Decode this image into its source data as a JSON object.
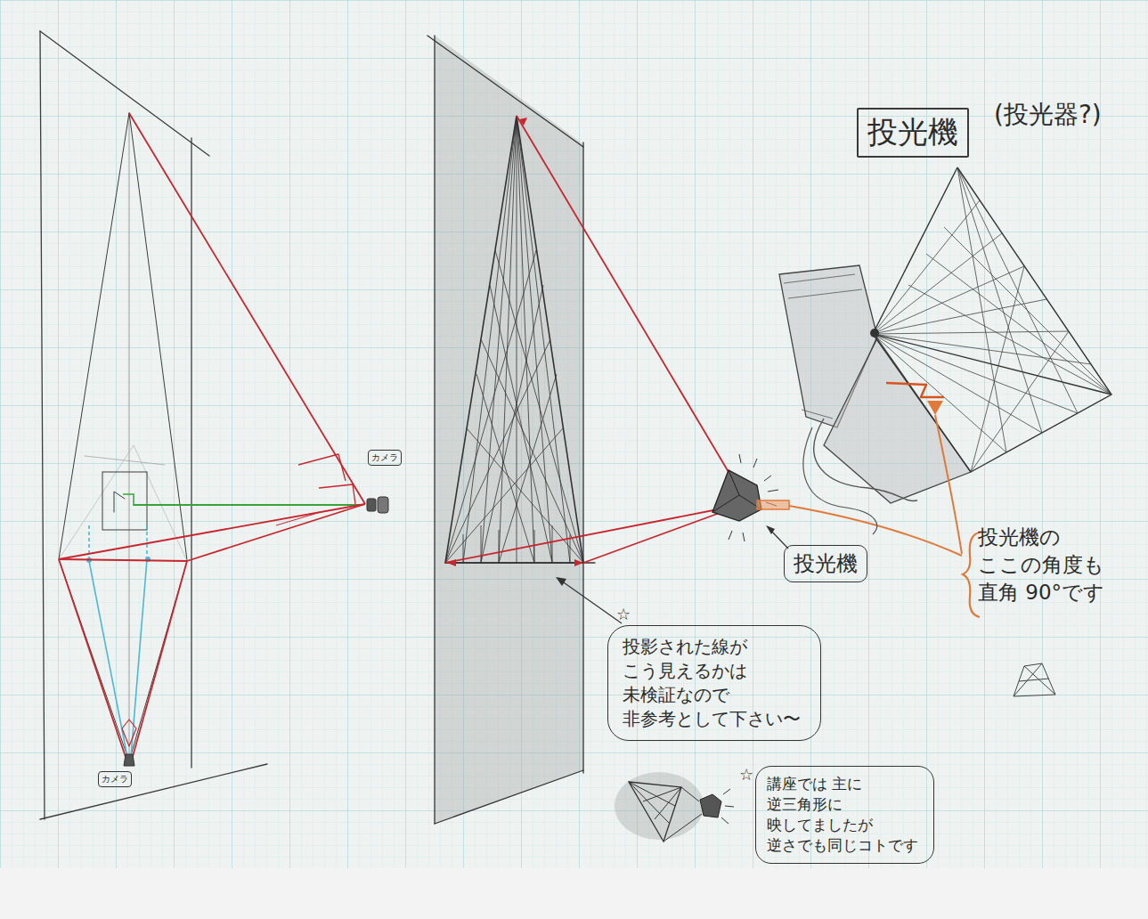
{
  "diagram": {
    "nodes": [
      {
        "text": [
          "投光機"
        ]
      },
      {
        "text": [
          "カメラ"
        ]
      },
      {
        "text": [
          "カメラ"
        ]
      },
      {
        "text": [
          "投光機"
        ]
      },
      {
        "text": [
          "投影された線が こう見えるかは 未検証なので 非参考として下さい〜"
        ]
      },
      {
        "text": [
          "講座では 主に 逆三角形に 映してましたが 逆さでも同じコトです"
        ]
      }
    ],
    "labels": [
      "(投光器?)",
      "☆",
      "☆",
      "投光機の ここの角度も 直角 90°です"
    ]
  }
}
